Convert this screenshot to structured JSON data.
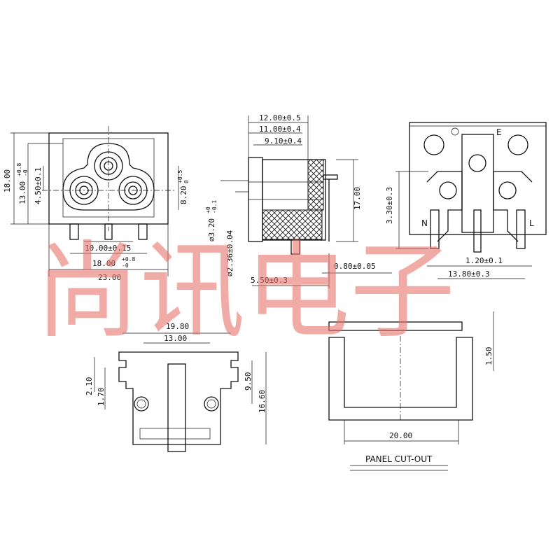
{
  "watermark": {
    "text": "尚讯电子",
    "color": "#e8736c"
  },
  "front_view": {
    "dims": {
      "height_total": "18.00",
      "height_upper": "13.00",
      "height_upper_tol": "+0.8\n-0",
      "pin_row": "4.50±0.1",
      "height_right": "8.20",
      "height_right_tol": "+0.5\n0",
      "pin_spacing": "10.00±0.15",
      "body_width": "18.00",
      "body_width_tol": "+0.8\n-0",
      "flange_width": "23.00"
    }
  },
  "side_view": {
    "dims": {
      "d1": "12.00±0.5",
      "d2": "11.00±0.4",
      "d3": "9.10±0.4",
      "height": "17.00",
      "hole_dia": "⌀3.20",
      "hole_dia_tol": "+0\n-0.1",
      "pin_dia": "⌀2.36±0.04",
      "offset": "5.50±0.3",
      "thickness": "0.80±0.05"
    }
  },
  "rear_view": {
    "labels": {
      "earth": "E",
      "neutral": "N",
      "live": "L"
    },
    "dims": {
      "height": "3.30±0.3",
      "pin_width": "1.20±0.1",
      "pin_span": "13.80±0.3"
    }
  },
  "bottom_view": {
    "dims": {
      "overall": "19.80",
      "hole_spacing": "13.00",
      "notch_a": "2.10",
      "notch_b": "1.70",
      "hole_height": "9.50",
      "body_height": "16.60"
    }
  },
  "panel_cutout": {
    "title": "PANEL CUT-OUT",
    "dims": {
      "thickness": "1.50",
      "width": "20.00"
    }
  }
}
